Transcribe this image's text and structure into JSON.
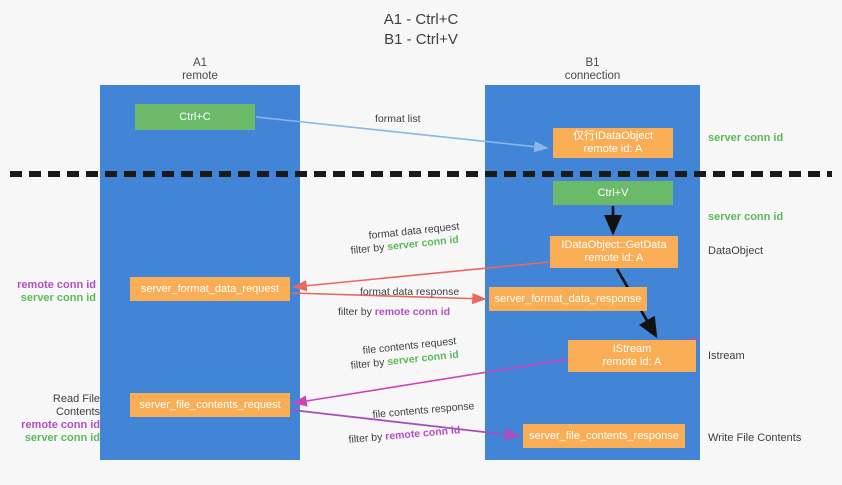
{
  "title": {
    "line1": "A1 - Ctrl+C",
    "line2": "B1 - Ctrl+V"
  },
  "columns": {
    "left": {
      "name": "A1",
      "role": "remote"
    },
    "right": {
      "name": "B1",
      "role": "connection"
    }
  },
  "nodes": {
    "ctrl_c": {
      "line1": "Ctrl+C",
      "line2": "",
      "color": "#6aba6a"
    },
    "idataobject": {
      "line1": "仅行IDataObject",
      "line2": "remote id: A",
      "color": "#f9ad55"
    },
    "ctrl_v": {
      "line1": "Ctrl+V",
      "line2": "",
      "color": "#6aba6a"
    },
    "getdata": {
      "line1": "IDataObject::GetData",
      "line2": "remote id: A",
      "color": "#f9ad55"
    },
    "istream": {
      "line1": "IStream",
      "line2": "remote id: A",
      "color": "#f9ad55"
    },
    "fmt_data_req": {
      "line1": "server_format_data_request",
      "line2": "",
      "color": "#f9ad55"
    },
    "fmt_data_resp": {
      "line1": "server_format_data_response",
      "line2": "",
      "color": "#f9ad55"
    },
    "file_req": {
      "line1": "server_file_contents_request",
      "line2": "",
      "color": "#f9ad55"
    },
    "file_resp": {
      "line1": "server_file_contents_response",
      "line2": "",
      "color": "#f9ad55"
    }
  },
  "edge_labels": {
    "format_list": "format list",
    "fmt_req_line1": "format data request",
    "fmt_req_prefix": "filter by ",
    "fmt_req_key": "server conn id",
    "fmt_resp_line1": "format data response",
    "fmt_resp_prefix": "filter by ",
    "fmt_resp_key": "remote conn id",
    "file_req_line1": "file contents request",
    "file_req_prefix": "filter by ",
    "file_req_key": "server conn id",
    "file_resp_line1": "file contents response",
    "file_resp_prefix": "filter by ",
    "file_resp_key": "remote conn id"
  },
  "side_labels": {
    "server_conn_id_top": "server conn id",
    "server_conn_id_mid": "server conn id",
    "dataobject": "DataObject",
    "istream": "Istream",
    "write_file_contents": "Write File Contents",
    "read_file_contents": "Read File Contents",
    "remote_conn_id_a": "remote conn id",
    "server_conn_id_a": "server conn id",
    "remote_conn_id_b": "remote conn id",
    "server_conn_id_b": "server conn id"
  },
  "colors": {
    "lane": "#4285d6",
    "green_node": "#6aba6a",
    "orange_node": "#f9ad55",
    "green_text": "#5cb85c",
    "purple_text": "#b24fc4",
    "arrow_blue": "#8ab6e8",
    "arrow_red": "#e8685d",
    "arrow_magenta": "#cc44bb",
    "arrow_purple": "#9b59b6",
    "arrow_black": "#111111",
    "background": "#f7f7f7"
  }
}
